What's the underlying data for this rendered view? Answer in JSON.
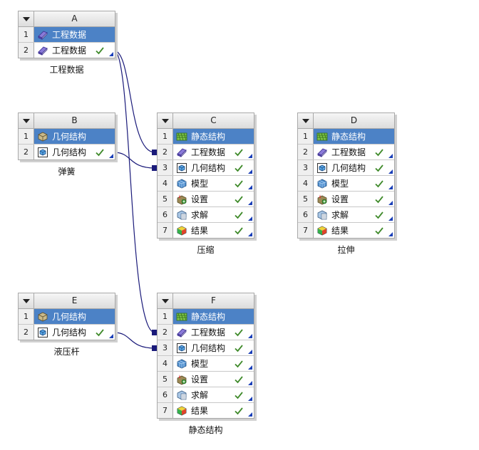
{
  "systems": {
    "A": {
      "letter": "A",
      "caption": "工程数据",
      "cells": [
        {
          "num": "1",
          "label": "工程数据",
          "icon": "engineering-data-icon",
          "status": "",
          "header": true
        },
        {
          "num": "2",
          "label": "工程数据",
          "icon": "engineering-data-icon",
          "status": "check"
        }
      ]
    },
    "B": {
      "letter": "B",
      "caption": "弹簧",
      "cells": [
        {
          "num": "1",
          "label": "几何结构",
          "icon": "geometry-system-icon",
          "status": "",
          "header": true
        },
        {
          "num": "2",
          "label": "几何结构",
          "icon": "geometry-icon",
          "status": "check"
        }
      ]
    },
    "C": {
      "letter": "C",
      "caption": "压缩",
      "cells": [
        {
          "num": "1",
          "label": "静态结构",
          "icon": "static-structural-icon",
          "status": "",
          "header": true
        },
        {
          "num": "2",
          "label": "工程数据",
          "icon": "engineering-data-icon",
          "status": "check"
        },
        {
          "num": "3",
          "label": "几何结构",
          "icon": "geometry-icon",
          "status": "check"
        },
        {
          "num": "4",
          "label": "模型",
          "icon": "model-icon",
          "status": "check"
        },
        {
          "num": "5",
          "label": "设置",
          "icon": "setup-icon",
          "status": "check"
        },
        {
          "num": "6",
          "label": "求解",
          "icon": "solution-icon",
          "status": "check"
        },
        {
          "num": "7",
          "label": "结果",
          "icon": "results-icon",
          "status": "check"
        }
      ]
    },
    "D": {
      "letter": "D",
      "caption": "拉伸",
      "cells": [
        {
          "num": "1",
          "label": "静态结构",
          "icon": "static-structural-icon",
          "status": "",
          "header": true
        },
        {
          "num": "2",
          "label": "工程数据",
          "icon": "engineering-data-icon",
          "status": "check"
        },
        {
          "num": "3",
          "label": "几何结构",
          "icon": "geometry-icon",
          "status": "check"
        },
        {
          "num": "4",
          "label": "模型",
          "icon": "model-icon",
          "status": "check"
        },
        {
          "num": "5",
          "label": "设置",
          "icon": "setup-icon",
          "status": "check"
        },
        {
          "num": "6",
          "label": "求解",
          "icon": "solution-icon",
          "status": "check"
        },
        {
          "num": "7",
          "label": "结果",
          "icon": "results-icon",
          "status": "check"
        }
      ]
    },
    "E": {
      "letter": "E",
      "caption": "液压杆",
      "cells": [
        {
          "num": "1",
          "label": "几何结构",
          "icon": "geometry-system-icon",
          "status": "",
          "header": true
        },
        {
          "num": "2",
          "label": "几何结构",
          "icon": "geometry-icon",
          "status": "check"
        }
      ]
    },
    "F": {
      "letter": "F",
      "caption": "静态结构",
      "cells": [
        {
          "num": "1",
          "label": "静态结构",
          "icon": "static-structural-icon",
          "status": "",
          "header": true
        },
        {
          "num": "2",
          "label": "工程数据",
          "icon": "engineering-data-icon",
          "status": "check"
        },
        {
          "num": "3",
          "label": "几何结构",
          "icon": "geometry-icon",
          "status": "check"
        },
        {
          "num": "4",
          "label": "模型",
          "icon": "model-icon",
          "status": "check"
        },
        {
          "num": "5",
          "label": "设置",
          "icon": "setup-icon",
          "status": "check"
        },
        {
          "num": "6",
          "label": "求解",
          "icon": "solution-icon",
          "status": "check"
        },
        {
          "num": "7",
          "label": "结果",
          "icon": "results-icon",
          "status": "check"
        }
      ]
    }
  },
  "links": [
    {
      "from": "A.2",
      "to": "C.2"
    },
    {
      "from": "A.2",
      "to": "F.2"
    },
    {
      "from": "B.2",
      "to": "C.3"
    },
    {
      "from": "E.2",
      "to": "F.3"
    }
  ],
  "colors": {
    "selected": "#4c82c6",
    "link": "#1a1a7a",
    "corner": "#1a3fb8",
    "check": "#3f8a2a"
  }
}
